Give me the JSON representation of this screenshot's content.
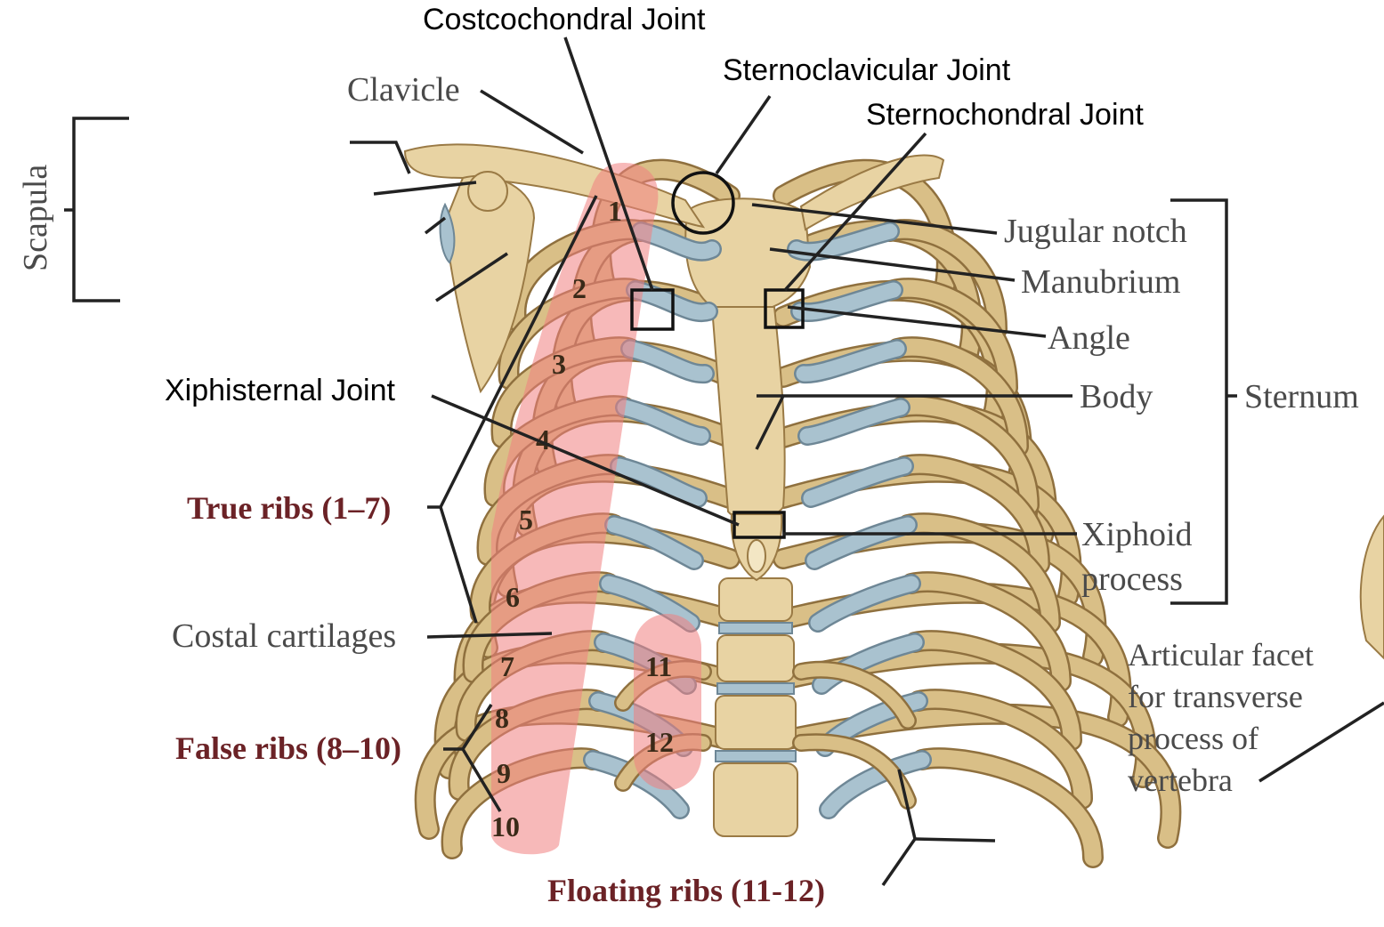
{
  "labels": {
    "costochondral_joint": "Costcochondral Joint",
    "sternoclavicular_joint": "Sternoclavicular Joint",
    "sternochondral_joint": "Sternochondral Joint",
    "xiphisternal_joint": "Xiphisternal Joint",
    "clavicle": "Clavicle",
    "scapula": "Scapula",
    "jugular_notch": "Jugular notch",
    "manubrium": "Manubrium",
    "angle": "Angle",
    "body": "Body",
    "sternum": "Sternum",
    "xiphoid_line1": "Xiphoid",
    "xiphoid_line2": "process",
    "costal_cartilages": "Costal cartilages",
    "articular_line1": "Articular facet",
    "articular_line2": "for transverse",
    "articular_line3": "process of",
    "articular_line4": "vertebra"
  },
  "groups": {
    "true_ribs": "True ribs (1–7)",
    "false_ribs": "False ribs (8–10)",
    "floating_ribs": "Floating ribs (11-12)"
  },
  "rib_numbers": [
    "1",
    "2",
    "3",
    "4",
    "5",
    "6",
    "7",
    "8",
    "9",
    "10",
    "11",
    "12"
  ],
  "colors": {
    "bone": "#e8d3a3",
    "cartilage": "#a9c2cf",
    "highlight": "#f08080",
    "group_label": "#6b2226"
  }
}
